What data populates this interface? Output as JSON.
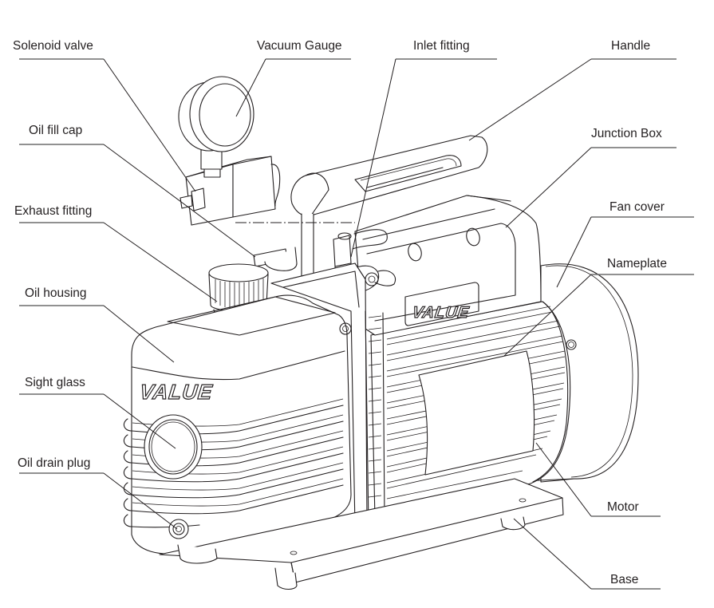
{
  "diagram": {
    "subject": "Vacuum pump",
    "brand_mark": "VALUE",
    "callouts": [
      {
        "id": "solenoid-valve",
        "label": "Solenoid valve",
        "side": "left"
      },
      {
        "id": "vacuum-gauge",
        "label": "Vacuum Gauge",
        "side": "top"
      },
      {
        "id": "inlet-fitting",
        "label": "Inlet fitting",
        "side": "top"
      },
      {
        "id": "handle",
        "label": "Handle",
        "side": "right"
      },
      {
        "id": "oil-fill-cap",
        "label": "Oil fill cap",
        "side": "left"
      },
      {
        "id": "junction-box",
        "label": "Junction Box",
        "side": "right"
      },
      {
        "id": "exhaust-fitting",
        "label": "Exhaust fitting",
        "side": "left"
      },
      {
        "id": "fan-cover",
        "label": "Fan cover",
        "side": "right"
      },
      {
        "id": "nameplate",
        "label": "Nameplate",
        "side": "right"
      },
      {
        "id": "oil-housing",
        "label": "Oil housing",
        "side": "left"
      },
      {
        "id": "sight-glass",
        "label": "Sight glass",
        "side": "left"
      },
      {
        "id": "oil-drain-plug",
        "label": "Oil drain plug",
        "side": "left"
      },
      {
        "id": "motor",
        "label": "Motor",
        "side": "right"
      },
      {
        "id": "base",
        "label": "Base",
        "side": "right"
      }
    ]
  }
}
